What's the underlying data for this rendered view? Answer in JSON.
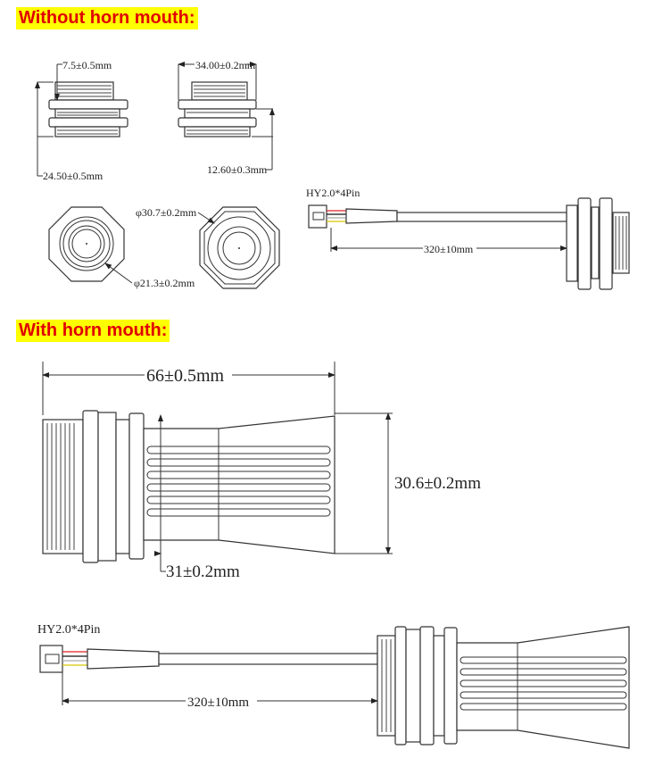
{
  "sections": {
    "without_horn": {
      "title": "Without horn mouth:",
      "dims": {
        "thread_length": "7.5±0.5mm",
        "total_height": "24.50±0.5mm",
        "flange_width": "34.00±0.2mm",
        "flange_height": "12.60±0.3mm",
        "outer_diameter": "φ30.7±0.2mm",
        "inner_diameter": "φ21.3±0.2mm",
        "connector": "HY2.0*4Pin",
        "cable_length": "320±10mm"
      }
    },
    "with_horn": {
      "title": "With horn mouth:",
      "dims": {
        "total_length": "66±0.5mm",
        "horn_diameter": "30.6±0.2mm",
        "body_diameter": "31±0.2mm",
        "connector": "HY2.0*4Pin",
        "cable_length": "320±10mm"
      }
    }
  },
  "colors": {
    "header_bg": "#ffff00",
    "header_text": "#e00000"
  }
}
